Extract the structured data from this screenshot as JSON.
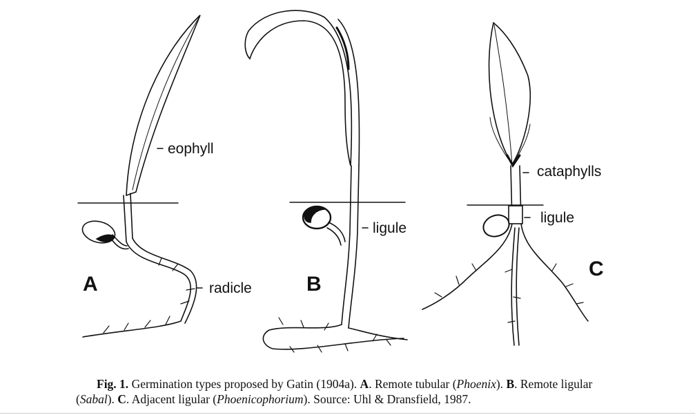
{
  "figure": {
    "panels": [
      {
        "letter": "A",
        "labels": [
          "eophyll",
          "radicle"
        ]
      },
      {
        "letter": "B",
        "labels": [
          "ligule"
        ]
      },
      {
        "letter": "C",
        "labels": [
          "cataphylls",
          "ligule"
        ]
      }
    ]
  },
  "caption": {
    "fig": "Fig. 1.",
    "t1": " Germination types proposed by Gatin (1904a). ",
    "a": "A",
    "t2": ". Remote tubular (",
    "g1": "Phoenix",
    "t3": "). ",
    "b": "B",
    "t4": ". Remote ligular (",
    "g2": "Sabal",
    "t5": "). ",
    "c": "C",
    "t6": ". Adjacent ligular (",
    "g3": "Phoenicophorium",
    "t7": "). Source: Uhl & Dransfield, 1987."
  }
}
